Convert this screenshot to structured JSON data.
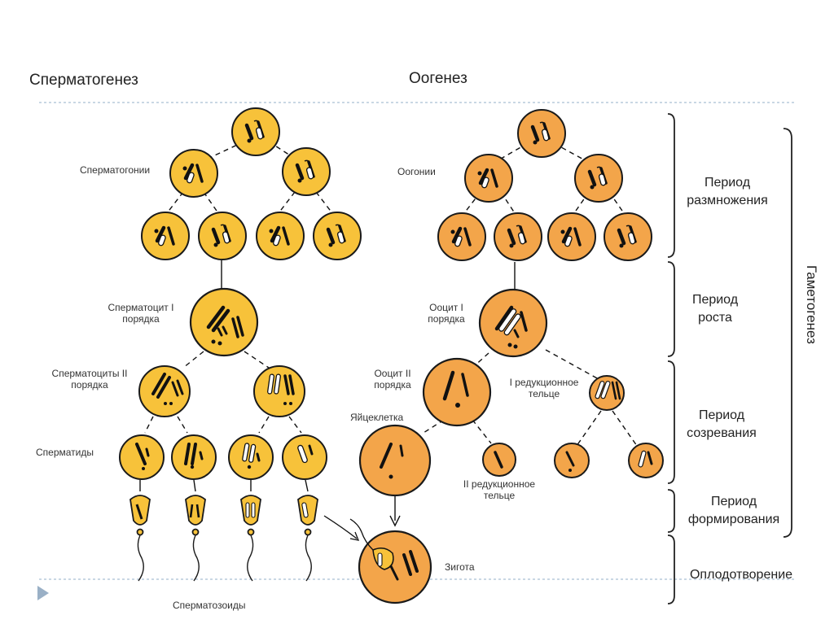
{
  "titles": {
    "spermatogenesis": "Сперматогенез",
    "oogenesis": "Оогенез"
  },
  "left_labels": {
    "spermatogonia": "Сперматогонии",
    "spermatocyte1_l1": "Сперматоцит I",
    "spermatocyte1_l2": "порядка",
    "spermatocytes2_l1": "Сперматоциты II",
    "spermatocytes2_l2": "порядка",
    "spermatids": "Сперматиды",
    "spermatozoa": "Сперматозоиды"
  },
  "right_labels": {
    "oogonia": "Оогонии",
    "oocyte1_l1": "Ооцит I",
    "oocyte1_l2": "порядка",
    "oocyte2_l1": "Ооцит II",
    "oocyte2_l2": "порядка",
    "egg": "Яйцеклетка",
    "polar1_l1": "I редукционное",
    "polar1_l2": "тельце",
    "polar2_l1": "II редукционное",
    "polar2_l2": "тельце",
    "zygote": "Зигота"
  },
  "periods": {
    "reproduction_l1": "Период",
    "reproduction_l2": "размножения",
    "growth_l1": "Период",
    "growth_l2": "роста",
    "maturation_l1": "Период",
    "maturation_l2": "созревания",
    "formation_l1": "Период",
    "formation_l2": "формирования",
    "fertilization": "Оплодотворение",
    "gametogenesis": "Гаметогенез"
  },
  "colors": {
    "sperm_cell": "#f7c23a",
    "oo_cell": "#f3a54a",
    "outline": "#1a1a1a",
    "dashed_line": "#a9bfd3",
    "nav_arrow": "#9ab0c6"
  }
}
